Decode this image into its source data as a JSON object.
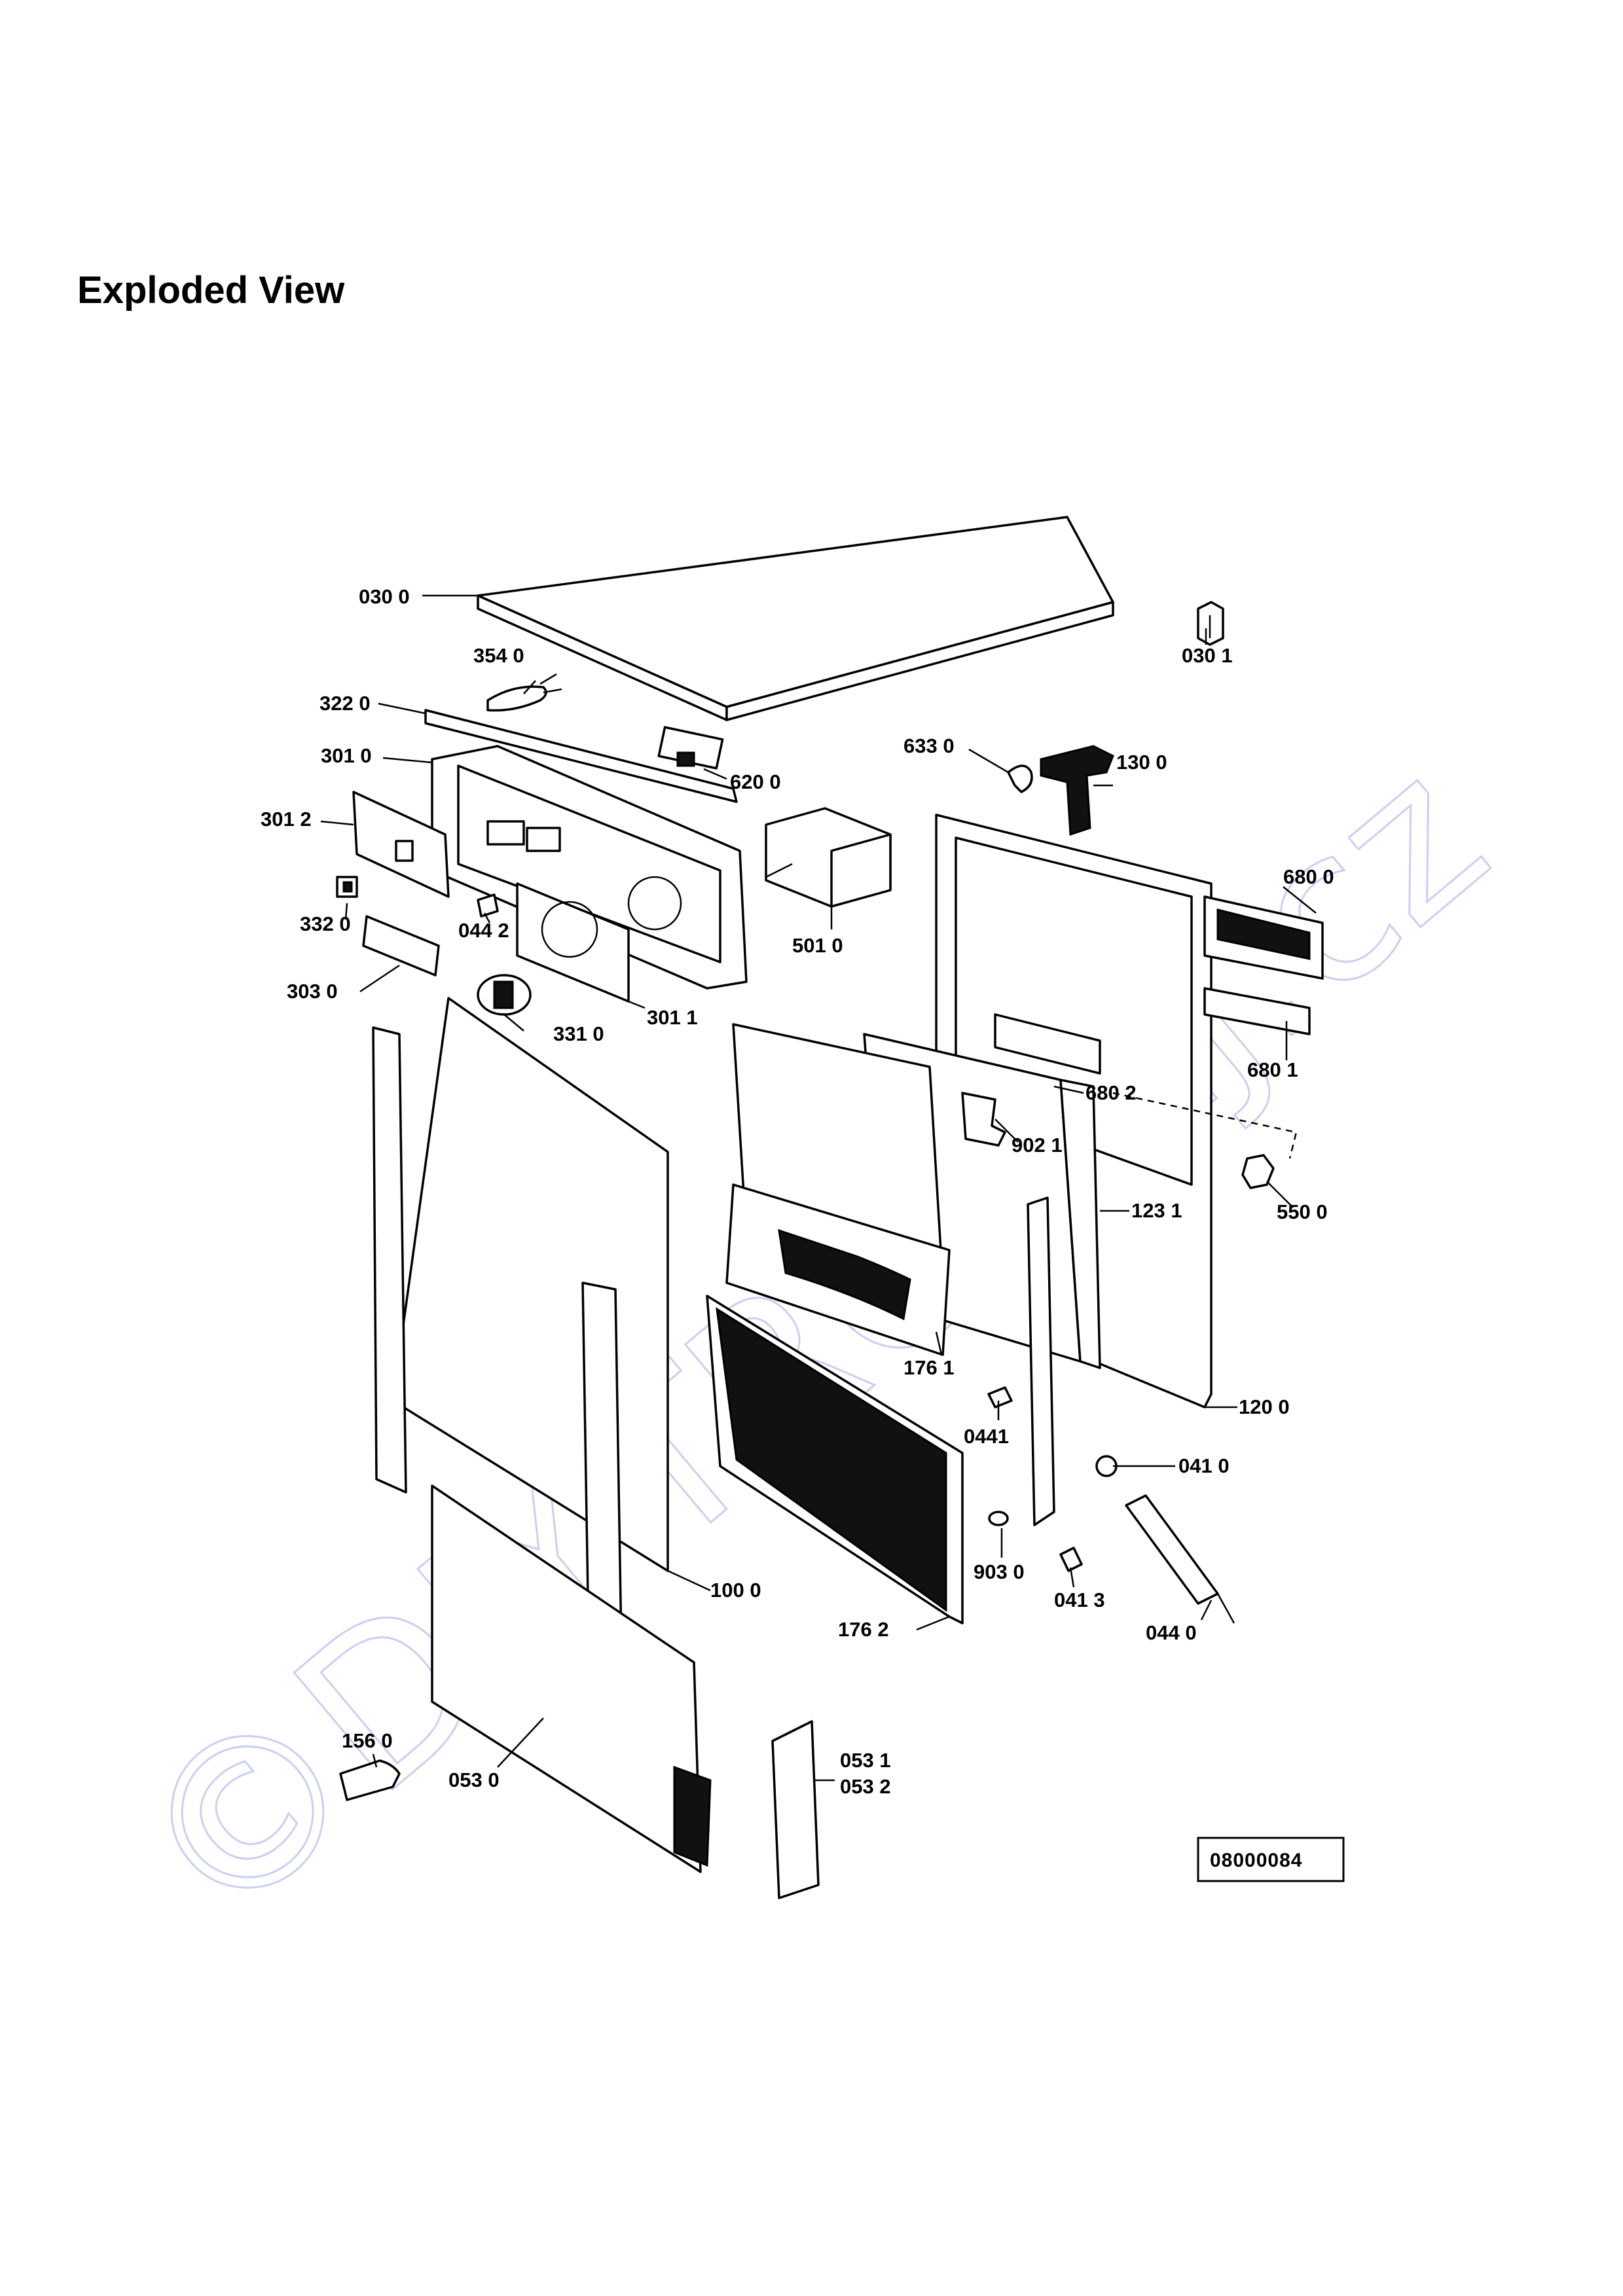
{
  "title": "Exploded View",
  "watermark": "©DIY-TRONEJ.cz",
  "diagram_code": "08000084",
  "colors": {
    "lines": "#000000",
    "watermark": "#c9cff5",
    "background": "#ffffff"
  },
  "labels": {
    "p0300": "030 0",
    "p0301": "030 1",
    "p3540": "354 0",
    "p3220": "322 0",
    "p3010": "301 0",
    "p6200": "620 0",
    "p6330": "633 0",
    "p1300": "130 0",
    "p3012": "301 2",
    "p5010": "501 0",
    "p6800": "680 0",
    "p3320": "332 0",
    "p0442": "044 2",
    "p3030": "303 0",
    "p3310": "331 0",
    "p3011": "301 1",
    "p6801": "680 1",
    "p6802": "680 2",
    "p9021": "902 1",
    "p5500": "550 0",
    "p1231": "123 1",
    "p1761": "176 1",
    "p1200": "120 0",
    "p0441": "0441",
    "p0410": "041 0",
    "p9030": "903 0",
    "p1000": "100 0",
    "p0413": "041 3",
    "p1762": "176 2",
    "p0440": "044 0",
    "p1560": "156 0",
    "p0530": "053 0",
    "p0531": "053 1",
    "p0532": "053 2"
  }
}
